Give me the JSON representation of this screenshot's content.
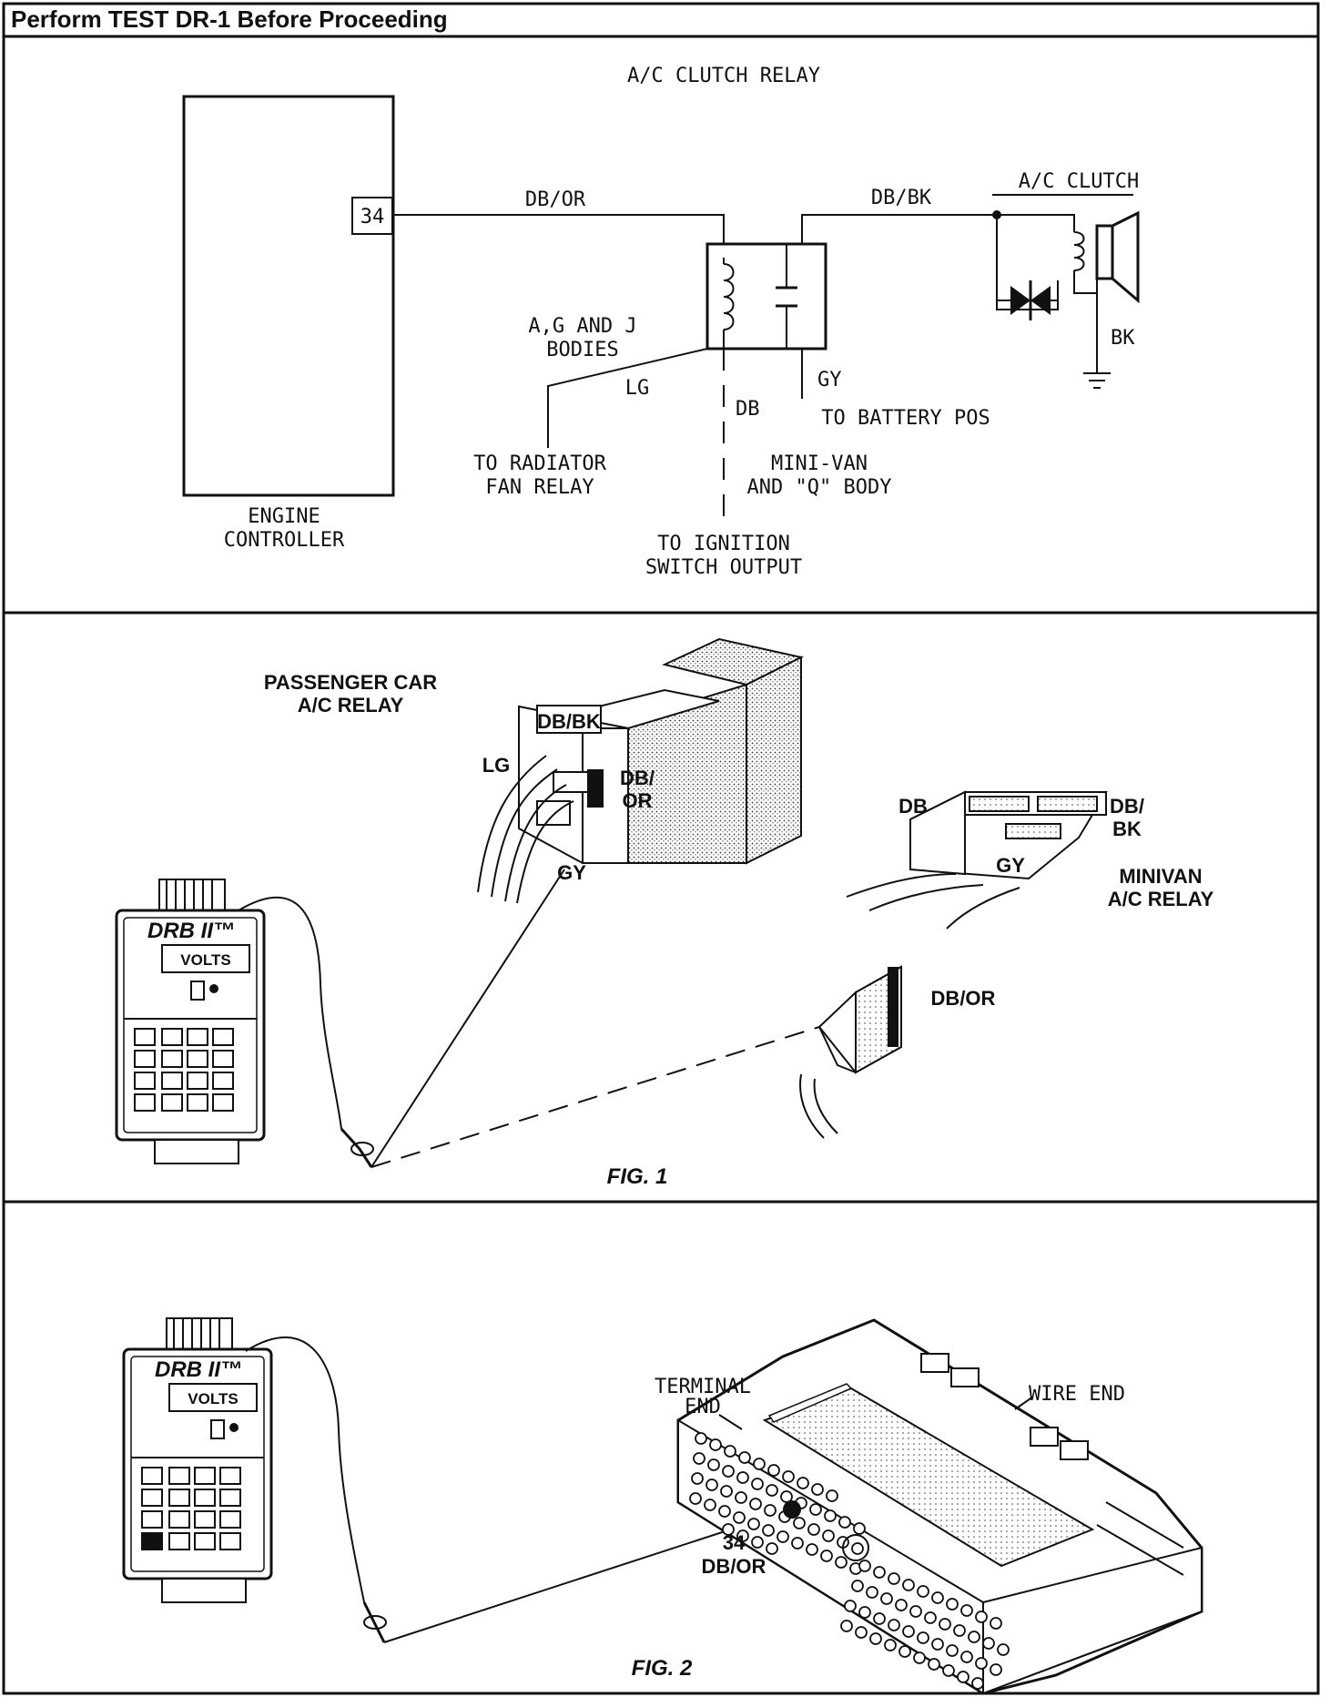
{
  "header": {
    "title": "Perform TEST DR-1 Before Proceeding"
  },
  "schematic": {
    "title": "A/C CLUTCH RELAY",
    "controller_pin": "34",
    "controller_label_1": "ENGINE",
    "controller_label_2": "CONTROLLER",
    "wire_db_or": "DB/OR",
    "wire_db_bk": "DB/BK",
    "clutch_label": "A/C CLUTCH",
    "wire_bk": "BK",
    "bodies_1": "A,G AND J",
    "bodies_2": "BODIES",
    "wire_lg": "LG",
    "wire_db": "DB",
    "wire_gy": "GY",
    "battery": "TO BATTERY POS",
    "fan_1": "TO RADIATOR",
    "fan_2": "FAN RELAY",
    "minivan_1": "MINI-VAN",
    "minivan_2": "AND \"Q\" BODY",
    "ignition_1": "TO IGNITION",
    "ignition_2": "SWITCH OUTPUT"
  },
  "fig1": {
    "passenger_1": "PASSENGER CAR",
    "passenger_2": "A/C RELAY",
    "db_bk": "DB/BK",
    "lg": "LG",
    "db_or_1": "DB/",
    "db_or_2": "OR",
    "gy": "GY",
    "mv_db": "DB",
    "mv_db_bk_1": "DB/",
    "mv_db_bk_2": "BK",
    "mv_gy": "GY",
    "minivan_1": "MINIVAN",
    "minivan_2": "A/C RELAY",
    "db_or": "DB/OR",
    "meter_brand": "DRB II™",
    "meter_display": "VOLTS",
    "caption": "FIG. 1"
  },
  "fig2": {
    "terminal_1": "TERMINAL",
    "terminal_2": "END",
    "wire_end": "WIRE END",
    "pin": "34",
    "db_or": "DB/OR",
    "meter_brand": "DRB II™",
    "meter_display": "VOLTS",
    "caption": "FIG. 2"
  }
}
